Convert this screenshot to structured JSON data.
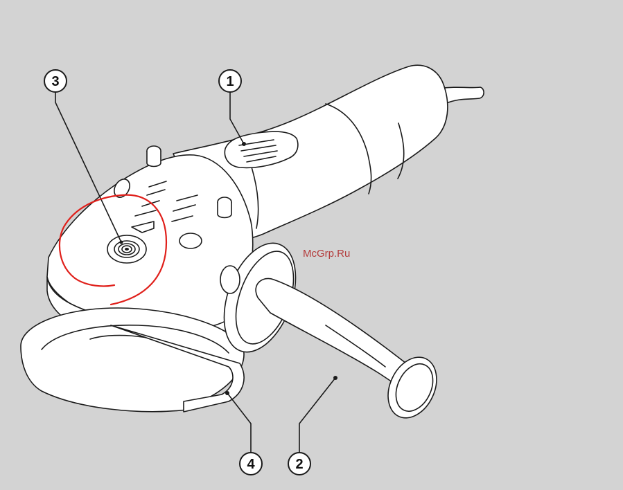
{
  "diagram": {
    "callouts": [
      {
        "id": "1",
        "label": "1"
      },
      {
        "id": "2",
        "label": "2"
      },
      {
        "id": "3",
        "label": "3"
      },
      {
        "id": "4",
        "label": "4"
      }
    ],
    "watermark": "McGrp.Ru",
    "colors": {
      "background": "#d3d3d3",
      "line": "#1a1a1a",
      "body_fill": "#ffffff",
      "annotation_circle": "#e0201b",
      "watermark": "#b33a3a"
    }
  }
}
